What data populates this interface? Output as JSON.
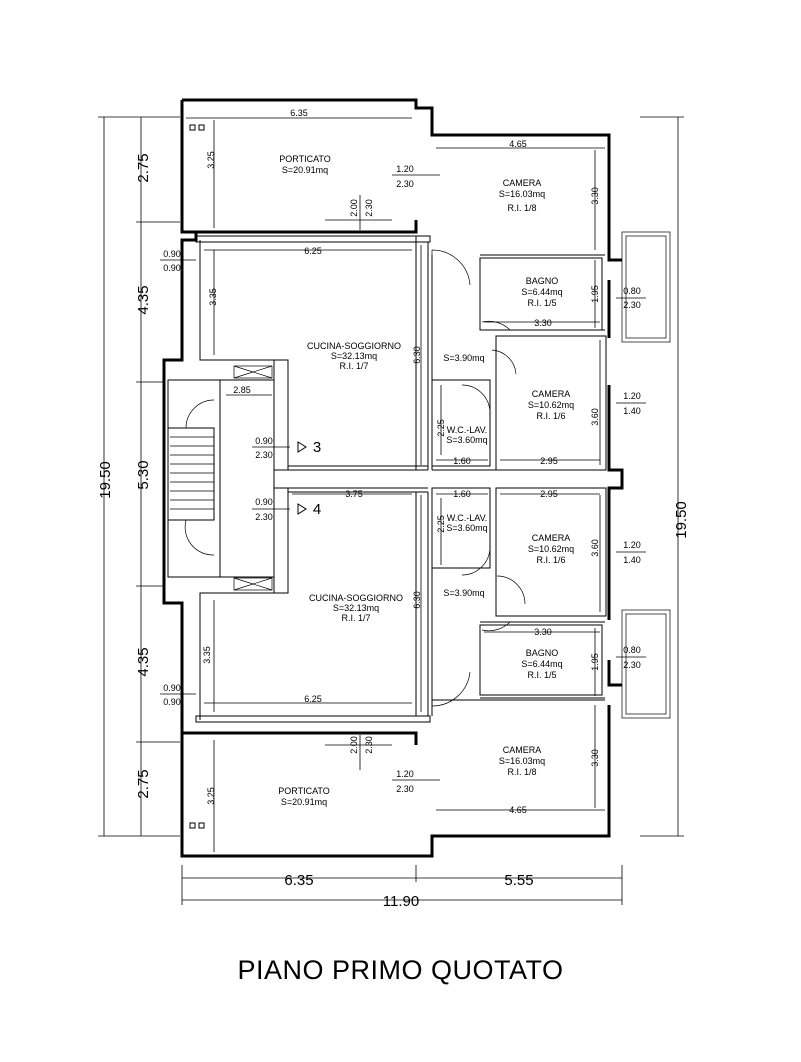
{
  "title": "PIANO PRIMO QUOTATO",
  "rooms": {
    "porticato_top": {
      "name": "PORTICATO",
      "area": "S=20.91mq"
    },
    "camera_top": {
      "name": "CAMERA",
      "area": "S=16.03mq",
      "ri": "R.I. 1/8"
    },
    "bagno_top": {
      "name": "BAGNO",
      "area": "S=6.44mq",
      "ri": "R.I. 1/5"
    },
    "cucina_top": {
      "name": "CUCINA-SOGGIORNO",
      "area": "S=32.13mq",
      "ri": "R.I. 1/7"
    },
    "disimpegno_top": {
      "area": "S=3.90mq"
    },
    "camera2_top": {
      "name": "CAMERA",
      "area": "S=10.62mq",
      "ri": "R.I. 1/6"
    },
    "wc_top": {
      "name": "W.C.-LAV.",
      "area": "S=3.60mq"
    },
    "wc_bottom": {
      "name": "W.C.-LAV.",
      "area": "S=3.60mq"
    },
    "camera2_bottom": {
      "name": "CAMERA",
      "area": "S=10.62mq",
      "ri": "R.I. 1/6"
    },
    "disimpegno_bottom": {
      "area": "S=3.90mq"
    },
    "cucina_bottom": {
      "name": "CUCINA-SOGGIORNO",
      "area": "S=32.13mq",
      "ri": "R.I. 1/7"
    },
    "bagno_bottom": {
      "name": "BAGNO",
      "area": "S=6.44mq",
      "ri": "R.I. 1/5"
    },
    "camera_bottom": {
      "name": "CAMERA",
      "area": "S=16.03mq",
      "ri": "R.I. 1/8"
    },
    "porticato_bottom": {
      "name": "PORTICATO",
      "area": "S=20.91mq"
    }
  },
  "apartments": {
    "top": "3",
    "bottom": "4"
  },
  "dims": {
    "total_left": "19.50",
    "total_right": "19.50",
    "left_segments": [
      "2.75",
      "4.35",
      "5.30",
      "4.35",
      "2.75"
    ],
    "bottom_left": "6.35",
    "bottom_right": "5.55",
    "bottom_total": "11.90",
    "w_635": "6.35",
    "w_465": "4.65",
    "w_625": "6.25",
    "w_330": "3.30",
    "w_285": "2.85",
    "w_375": "3.75",
    "w_160": "1.60",
    "w_295": "2.95",
    "h_325": "3.25",
    "h_335": "3.35",
    "h_630": "6.30",
    "h_225": "2.25",
    "h_360": "3.60",
    "h_195": "1.95",
    "h_200": "2.00",
    "h_230": "2.30",
    "win_120": "1.20",
    "win_230": "2.30",
    "win_090": "0.90",
    "win_080": "0.80",
    "win_140": "1.40"
  }
}
